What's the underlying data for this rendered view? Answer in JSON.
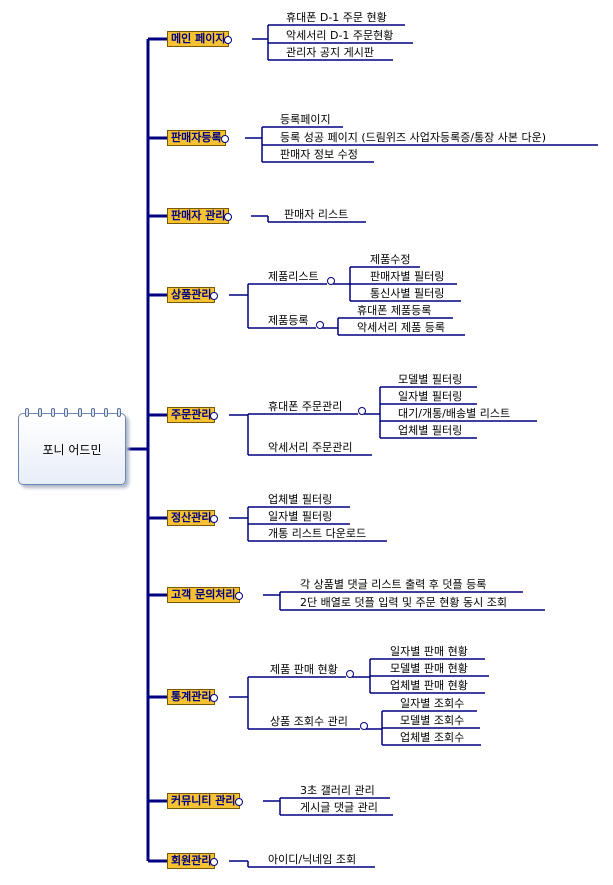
{
  "root": {
    "label": "포니 어드민"
  },
  "sections": {
    "main_page": {
      "label": "메인 페이지",
      "items": [
        "휴대폰 D-1 주문 현황",
        "악세서리 D-1 주문현황",
        "관리자 공지 게시판"
      ]
    },
    "seller_registration": {
      "label": "판매자등록",
      "items": [
        "등록페이지",
        "등록 성공 페이지 (드림위즈 사업자등록증/통장 사본 다운)",
        "판매자 정보 수정"
      ]
    },
    "seller_management": {
      "label": "판매자 관리",
      "items": [
        "판매자 리스트"
      ]
    },
    "product_management": {
      "label": "상품관리",
      "groups": [
        {
          "label": "제품리스트",
          "items": [
            "제품수정",
            "판매자별 필터링",
            "통신사별 필터링"
          ]
        },
        {
          "label": "제품등록",
          "items": [
            "휴대폰 제품등록",
            "악세서리 제품 등록"
          ]
        }
      ]
    },
    "order_management": {
      "label": "주문관리",
      "groups": [
        {
          "label": "휴대폰 주문관리",
          "items": [
            "모델별 필터링",
            "일자별 필터링",
            "대기/개통/배송별 리스트",
            "업체별 필터링"
          ]
        },
        {
          "label": "악세서리 주문관리",
          "items": []
        }
      ]
    },
    "settlement": {
      "label": "정산관리",
      "items": [
        "업체별 필터링",
        "일자별 필터링",
        "개통 리스트 다운로드"
      ]
    },
    "customer_inquiry": {
      "label": "고객 문의처리",
      "items": [
        "각 상품별 댓글 리스트 출력 후 덧플 등록",
        "2단 배열로 덧플 입력 및 주문 현황 동시 조회"
      ]
    },
    "statistics": {
      "label": "통계관리",
      "groups": [
        {
          "label": "제품 판매 현황",
          "items": [
            "일자별 판매 현황",
            "모델별 판매 현황",
            "업체별 판매 현황"
          ]
        },
        {
          "label": "상품 조회수 관리",
          "items": [
            "일자별 조회수",
            "모델별 조회수",
            "업체별 조회수"
          ]
        }
      ]
    },
    "community": {
      "label": "커뮤니티 관리",
      "items": [
        "3초 갤러리 관리",
        "게시글 댓글 관리"
      ]
    },
    "members": {
      "label": "회원관리",
      "items": [
        "아이디/닉네임 조회"
      ]
    }
  },
  "colors": {
    "line": "#000080",
    "section_fill": "#f7c232",
    "section_text": "#000080"
  }
}
